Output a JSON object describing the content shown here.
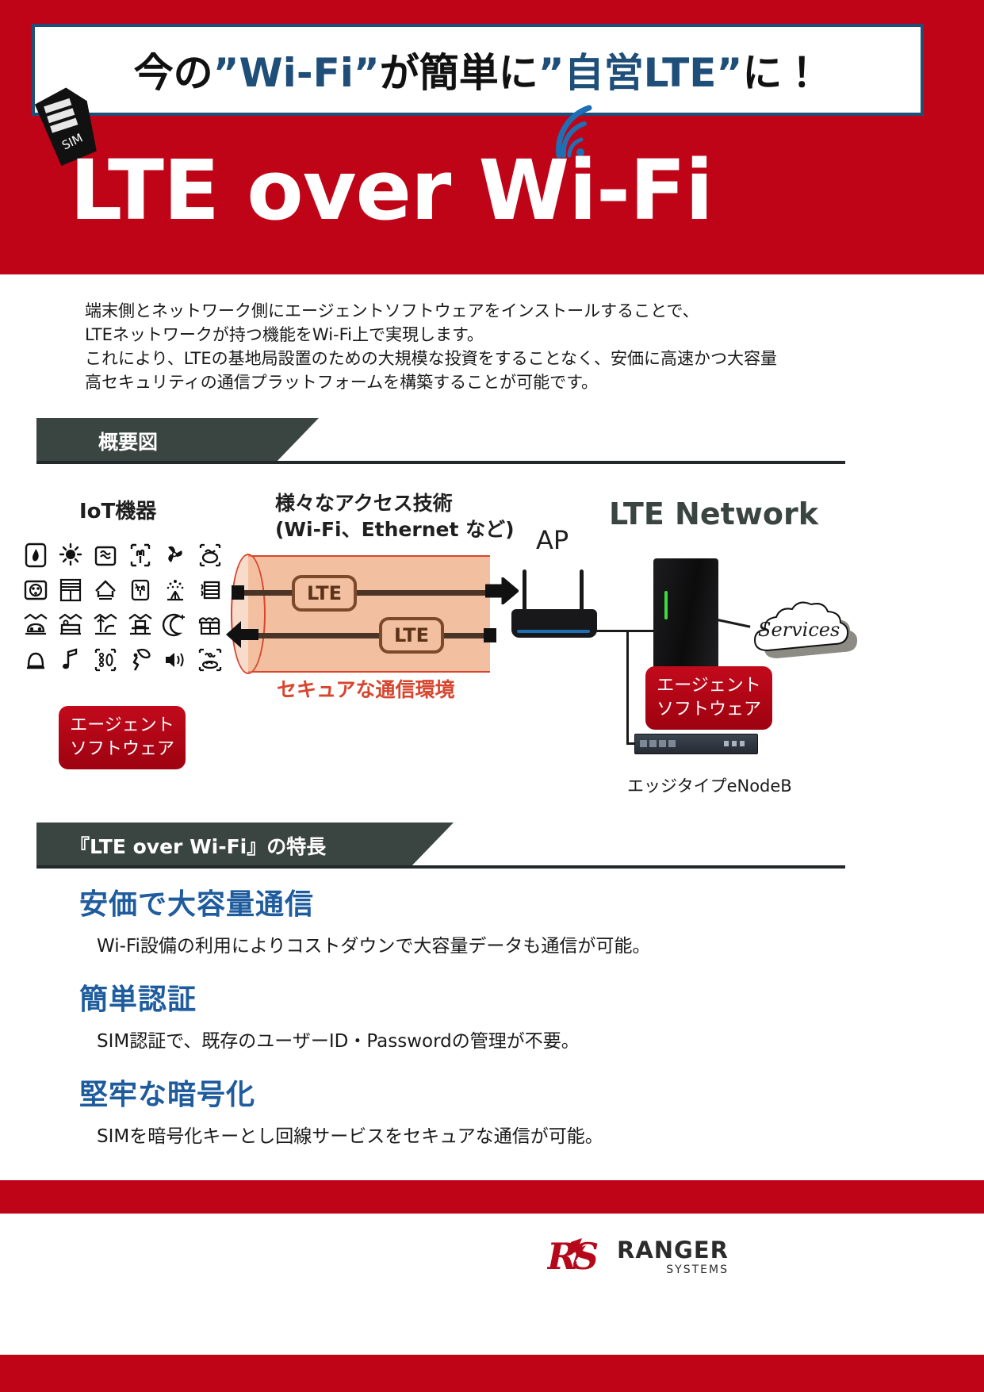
{
  "header": {
    "tagline_pre": "今の",
    "tagline_q1": "”Wi-Fi”",
    "tagline_mid": "が簡単に",
    "tagline_q2": "”自営LTE”",
    "tagline_post": "に！",
    "tagline_full": "今の”Wi-Fi”が簡単に”自営LTE”に！",
    "main_title": "LTE over Wi-Fi",
    "sim_label": "SIM",
    "band_color": "#c00418",
    "accent_blue": "#1f4e79"
  },
  "intro": {
    "lines": [
      "端末側とネットワーク側にエージェントソフトウェアをインストールすることで、",
      "LTEネットワークが持つ機能をWi-Fi上で実現します。",
      "これにより、LTEの基地局設置のための大規模な投資をすることなく、安価に高速かつ大容量",
      "高セキュリティの通信プラットフォームを構築することが可能です。"
    ]
  },
  "sections": {
    "overview_banner": "概要図",
    "features_banner": "『LTE over Wi-Fi』の特長",
    "banner_color": "#3a4440"
  },
  "diagram": {
    "iot_label": "IoT機器",
    "access_label_line1": "様々なアクセス技術",
    "access_label_line2": "(Wi-Fi、Ethernet など)",
    "ap_label": "AP",
    "lte_network_label": "LTE Network",
    "tunnel_pill_1": "LTE",
    "tunnel_pill_2": "LTE",
    "secure_label": "セキュアな通信環境",
    "secure_color": "#d8452e",
    "services_label": "Services",
    "enodeb_label": "エッジタイプeNodeB",
    "agent_badge_device": "エージェント\nソフトウェア",
    "agent_badge_device_l1": "エージェント",
    "agent_badge_device_l2": "ソフトウェア",
    "agent_badge_network_l1": "エージェント",
    "agent_badge_network_l2": "ソフトウェア",
    "badge_color": "#b5081a",
    "tunnel_fill": "#f2c0a0",
    "iot_icons": [
      "flame-icon",
      "lightbulb-icon",
      "oven-icon",
      "hand-dryer-icon",
      "fan-icon",
      "cooking-pot-icon",
      "power-outlet-icon",
      "blinds-icon",
      "house-heat-icon",
      "hand-wash-icon",
      "sprinkler-icon",
      "radiator-icon",
      "car-icon",
      "bed-icon",
      "beach-chair-icon",
      "table-icon",
      "moon-icon",
      "storefront-icon",
      "bell-icon",
      "music-note-icon",
      "elevator-icon",
      "exercise-icon",
      "speaker-icon",
      "hot-spring-icon"
    ]
  },
  "features": [
    {
      "heading": "安価で大容量通信",
      "body": "Wi-Fi設備の利用によりコストダウンで大容量データも通信が可能。"
    },
    {
      "heading": "簡単認証",
      "body": "SIM認証で、既存のユーザーID・Passwordの管理が不要。"
    },
    {
      "heading": "堅牢な暗号化",
      "body": "SIMを暗号化キーとし回線サービスをセキュアな通信が可能。"
    }
  ],
  "footer": {
    "logo_mark": "RS",
    "company_name": "RANGER",
    "company_sub": "SYSTEMS",
    "bar_color": "#c00418"
  }
}
